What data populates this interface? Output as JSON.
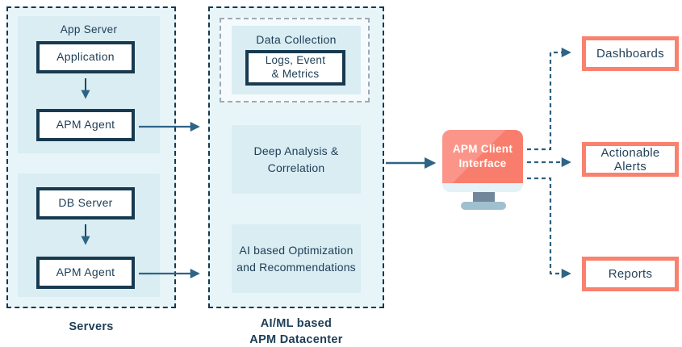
{
  "colors": {
    "navy_border": "#16384D",
    "text_navy": "#1E3D55",
    "arrow_steel_blue": "#2E6486",
    "container_fill": "#E8F5F8",
    "group_fill": "#D9EDF3",
    "coral_accent": "#F9816E",
    "monitor_screen": "#F97D6C",
    "monitor_screen_highlight": "#FB958A",
    "monitor_stand": "#72879A",
    "monitor_base": "#9FC0CE"
  },
  "servers": {
    "label": "Servers",
    "app_server": {
      "title": "App Server",
      "application_box": "Application",
      "apm_agent_box": "APM Agent"
    },
    "db_server": {
      "db_server_box": "DB Server",
      "apm_agent_box": "APM Agent"
    }
  },
  "datacenter": {
    "label": "AI/ML based\nAPM Datacenter",
    "data_collection": {
      "title": "Data Collection",
      "logs_box": "Logs, Event\n& Metrics"
    },
    "deep_analysis_box": "Deep Analysis &\nCorrelation",
    "ai_optimization_box": "AI based Optimization\nand Recommendations"
  },
  "client": {
    "label": "APM Client\nInterface"
  },
  "outputs": [
    {
      "label": "Dashboards"
    },
    {
      "label": "Actionable Alerts"
    },
    {
      "label": "Reports"
    }
  ]
}
